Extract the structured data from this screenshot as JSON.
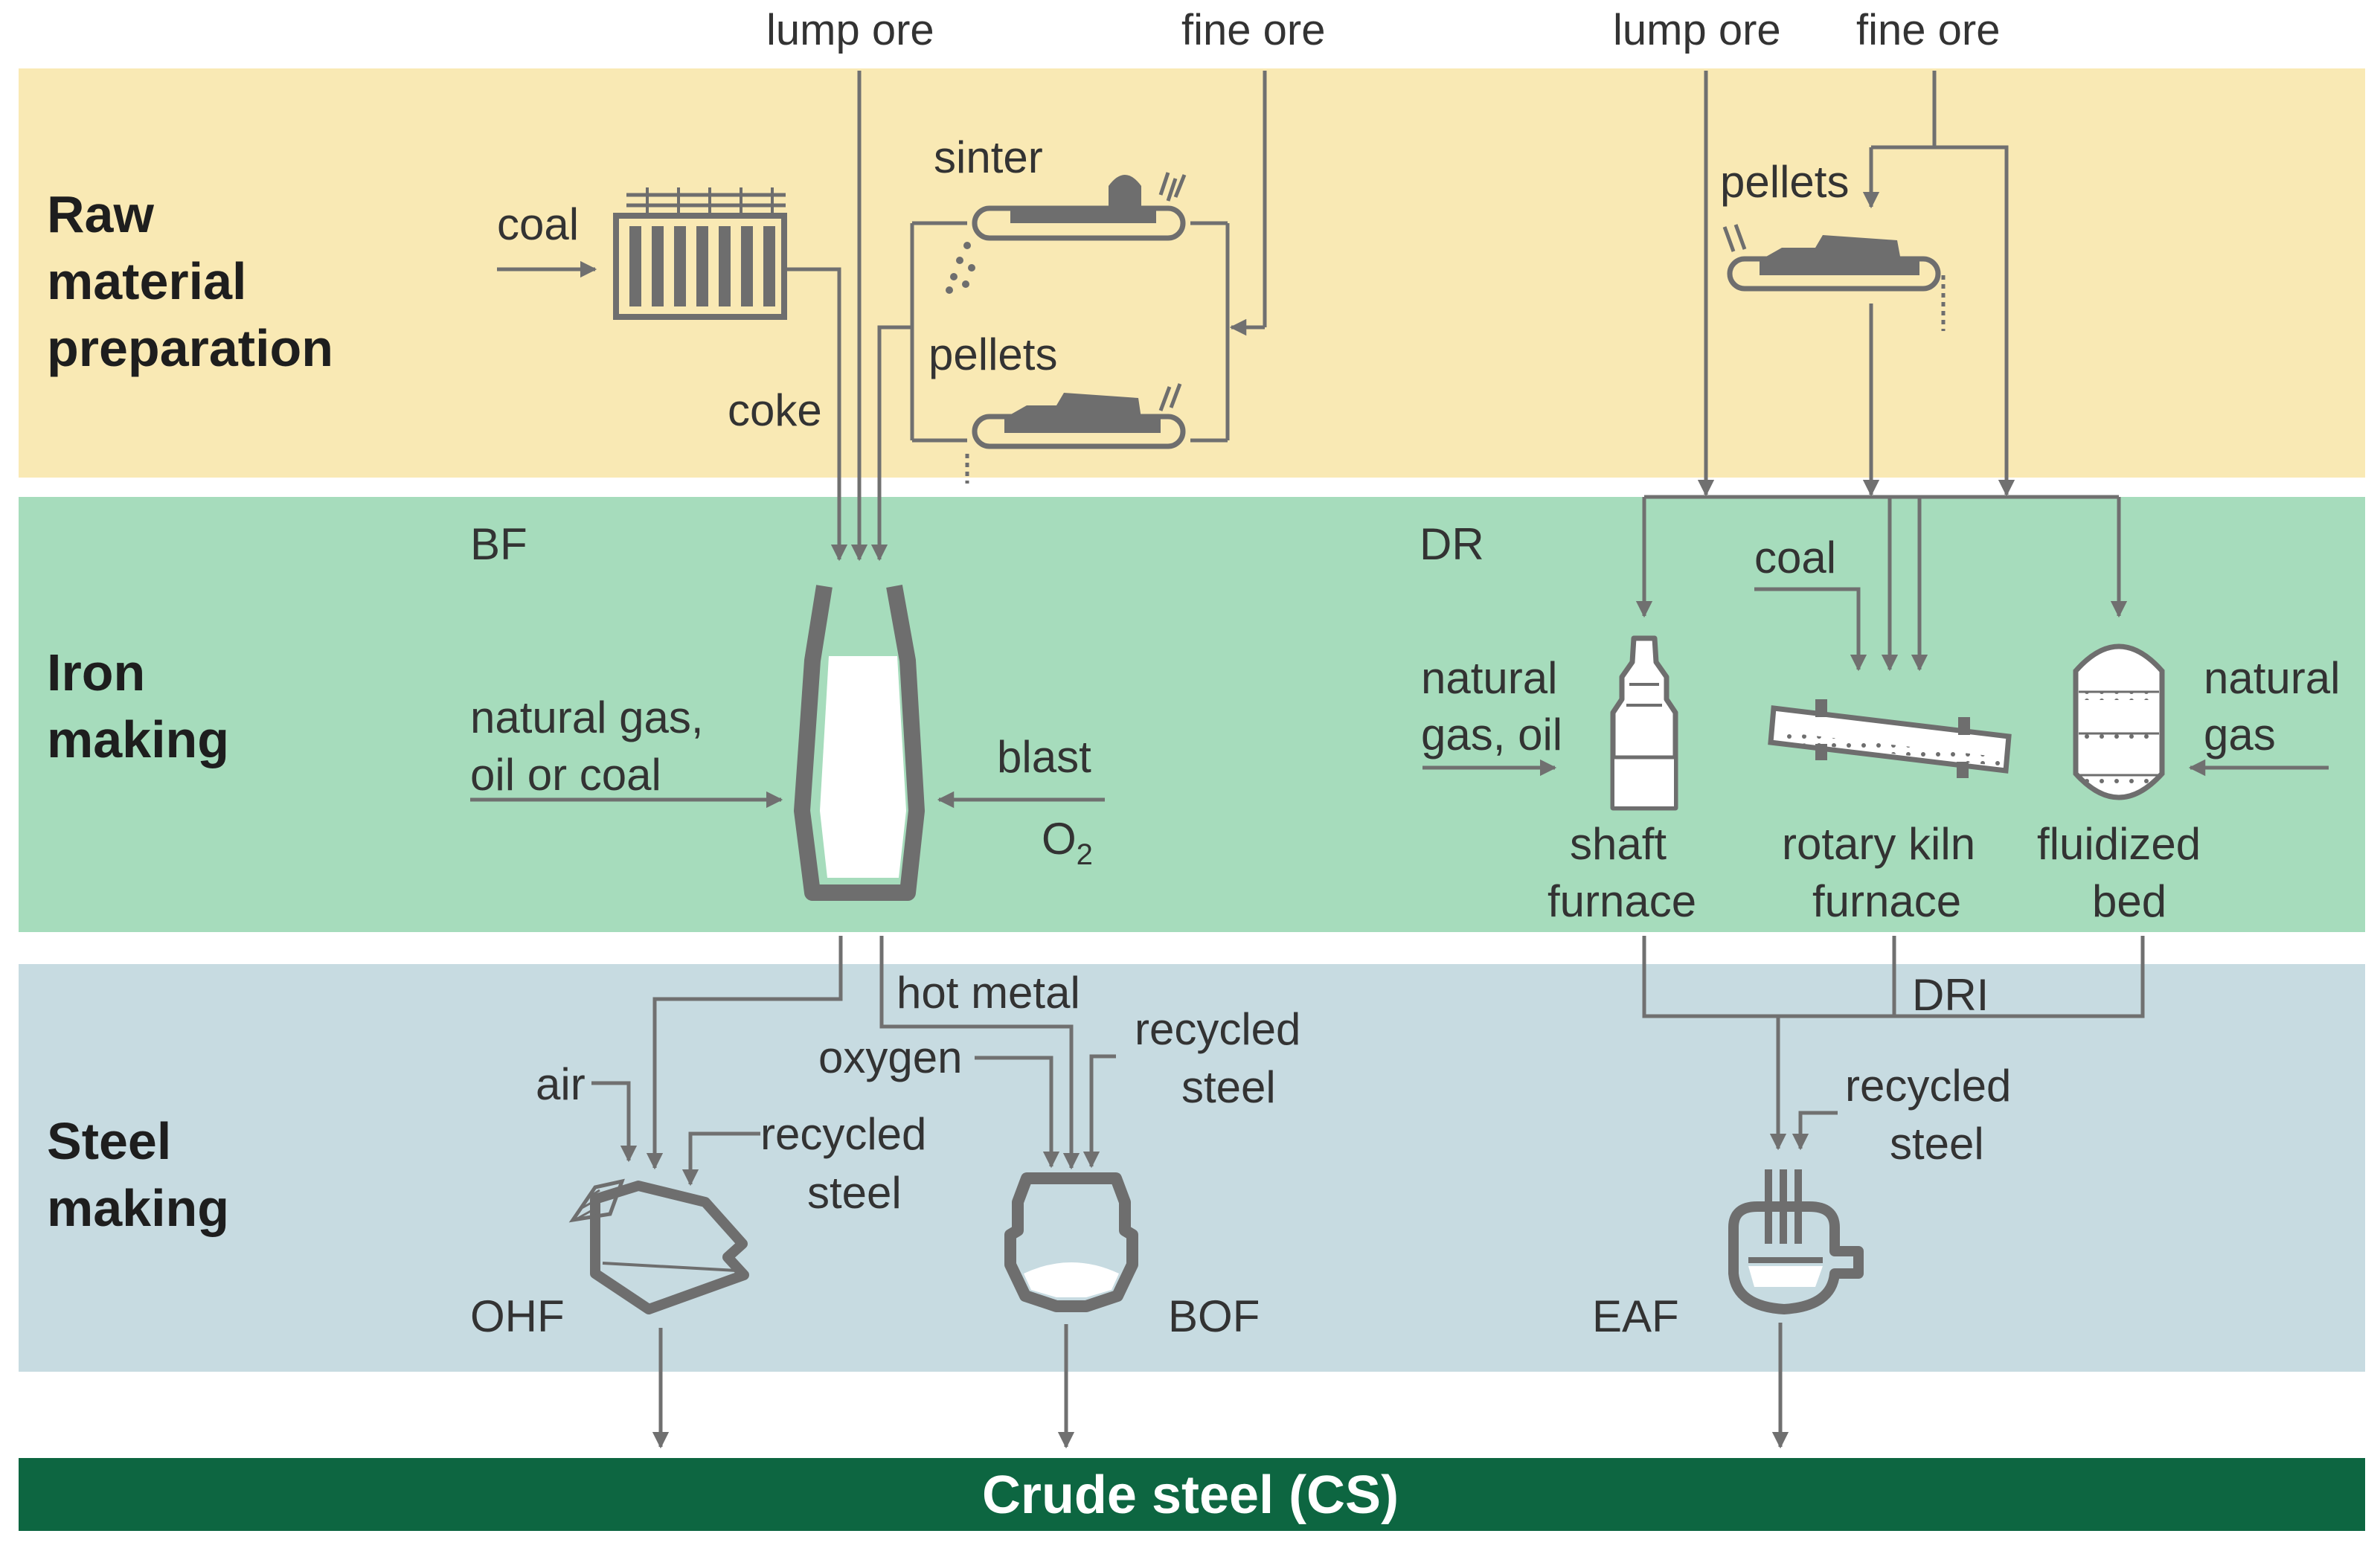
{
  "colors": {
    "raw_band": "#f9e9b4",
    "iron_band": "#a6dcbc",
    "steel_band": "#c7dbe1",
    "crude_bar": "#0d6641",
    "line": "#707070",
    "text": "#333333"
  },
  "top_inputs": {
    "lump_ore_1": "lump ore",
    "fine_ore_1": "fine ore",
    "lump_ore_2": "lump ore",
    "fine_ore_2": "fine ore"
  },
  "sections": {
    "raw": [
      "Raw",
      "material",
      "preparation"
    ],
    "iron": [
      "Iron",
      "making"
    ],
    "steel": [
      "Steel",
      "making"
    ]
  },
  "raw_prep": {
    "coal": "coal",
    "coke": "coke",
    "sinter": "sinter",
    "pellets_left": "pellets",
    "pellets_right": "pellets"
  },
  "ironmaking": {
    "bf": "BF",
    "dr": "DR",
    "bf_fuel": [
      "natural gas,",
      "oil or coal"
    ],
    "blast": "blast",
    "o2": "O",
    "o2_sub": "2",
    "coal": "coal",
    "dr_fuel": [
      "natural",
      "gas, oil"
    ],
    "natural_gas": [
      "natural",
      "gas"
    ],
    "shaft_furnace": [
      "shaft",
      "furnace"
    ],
    "rotary_kiln": [
      "rotary kiln",
      "furnace"
    ],
    "fluidized_bed": [
      "fluidized",
      "bed"
    ]
  },
  "steelmaking": {
    "hot_metal": "hot metal",
    "dri": "DRI",
    "air": "air",
    "oxygen": "oxygen",
    "recycled_steel_ohf": [
      "recycled",
      "steel"
    ],
    "recycled_steel_bof": [
      "recycled",
      "steel"
    ],
    "recycled_steel_eaf": [
      "recycled",
      "steel"
    ],
    "ohf": "OHF",
    "bof": "BOF",
    "eaf": "EAF"
  },
  "output": {
    "crude_steel": "Crude steel (CS)"
  }
}
